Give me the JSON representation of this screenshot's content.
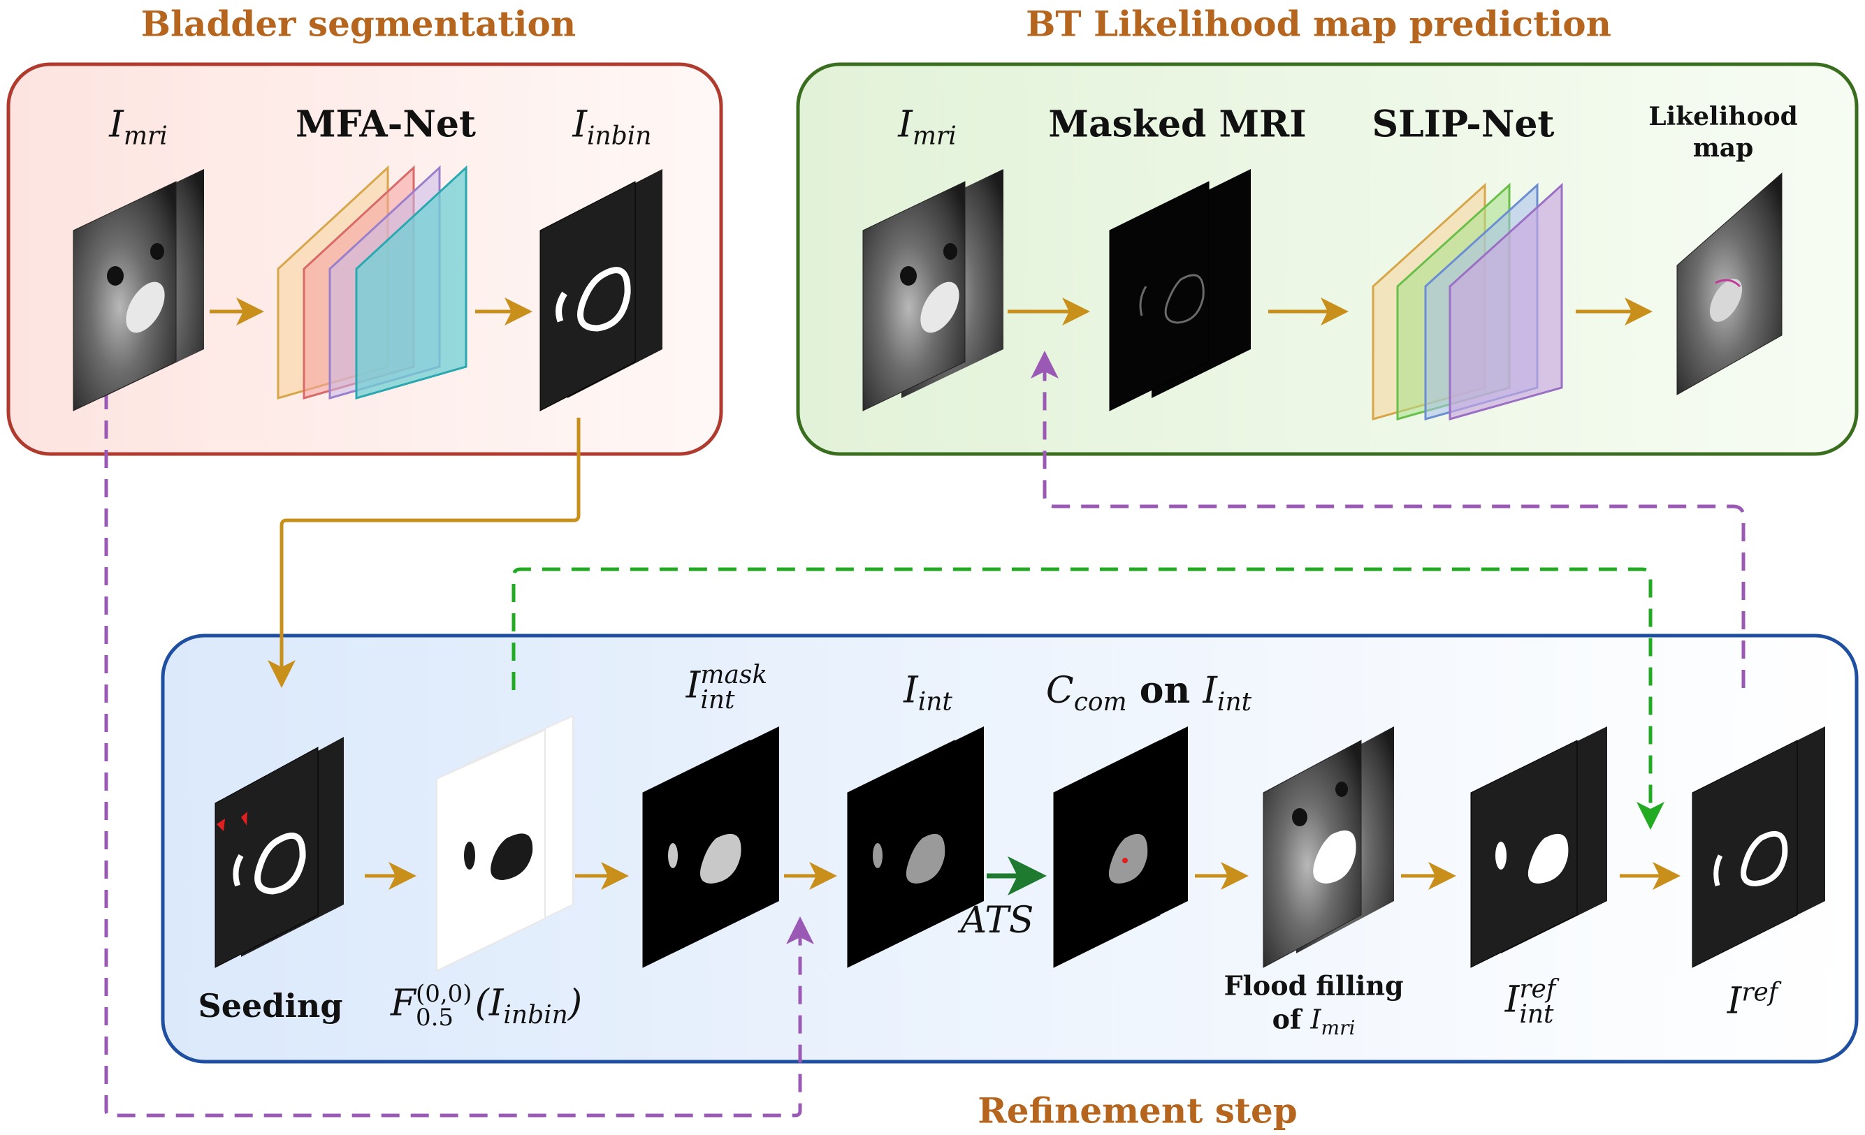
{
  "titles": {
    "bladder_segmentation": "Bladder segmentation",
    "likelihood_map_prediction": "BT Likelihood map prediction",
    "refinement_step": "Refinement step"
  },
  "top_left": {
    "input_label": {
      "base": "I",
      "sub": "mri"
    },
    "network_label": "MFA-Net",
    "output_label": {
      "base": "I",
      "sub": "inbin"
    }
  },
  "top_right": {
    "input_label": {
      "base": "I",
      "sub": "mri"
    },
    "masked_label": "Masked MRI",
    "network_label": "SLIP-Net",
    "output_label_line1": "Likelihood",
    "output_label_line2": "map"
  },
  "bottom": {
    "seeding_label": "Seeding",
    "filter_label": {
      "F": "F",
      "sub": "0.5",
      "sup": "(0,0)",
      "arg": "(I",
      "arg_sub": "inbin",
      "close": ")"
    },
    "mask_label": {
      "base": "I",
      "sub": "int",
      "sup": "mask"
    },
    "int_label": {
      "base": "I",
      "sub": "int"
    },
    "ccom_label": {
      "base": "C",
      "sub": "com",
      "mid": " on ",
      "base2": "I",
      "sub2": "int"
    },
    "ats_label": "ATS",
    "flood_label_line1": "Flood filling",
    "flood_label_line2": {
      "pre": "of ",
      "base": "I",
      "sub": "mri"
    },
    "intref_label": {
      "base": "I",
      "sub": "int",
      "sup": "ref"
    },
    "ref_label": {
      "base": "I",
      "sup": "ref"
    }
  },
  "colors": {
    "red_box": "#b03a2e",
    "green_box": "#3a6e1f",
    "blue_box": "#1f4fa0",
    "gold_arrow": "#c8901a",
    "purple_dash": "#9b59b6",
    "green_dash": "#22aa22",
    "dark_green_arrow": "#1e7a2e",
    "title_color": "#b5651d"
  }
}
